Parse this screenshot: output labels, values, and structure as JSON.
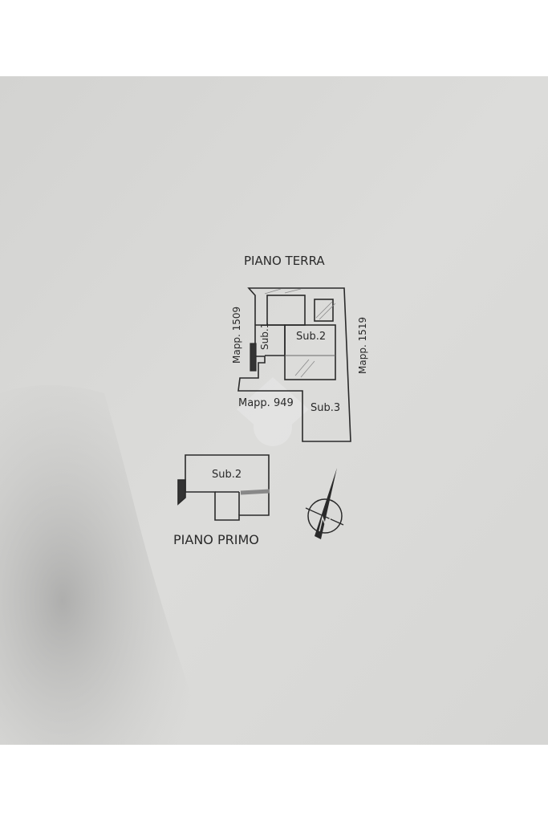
{
  "ground_floor": {
    "title": "PIANO TERRA",
    "labels": {
      "sub1": "Sub.1",
      "sub2": "Sub.2",
      "sub3": "Sub.3",
      "mapp_left": "Mapp. 1509",
      "mapp_right": "Mapp. 1519",
      "mapp_bottom": "Mapp. 949"
    }
  },
  "first_floor": {
    "title": "PIANO PRIMO",
    "labels": {
      "sub2": "Sub.2"
    }
  },
  "colors": {
    "paper": "#d9d9d6",
    "shadow": "#b4b4b2",
    "ink": "#2a2a2a"
  }
}
